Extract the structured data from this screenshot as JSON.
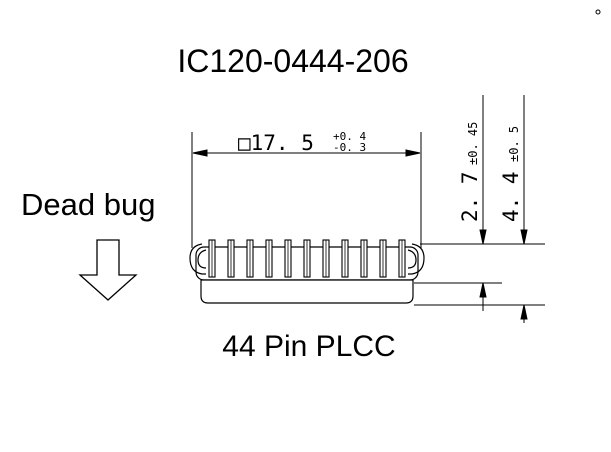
{
  "title": "IC120-0444-206",
  "orientation_label": "Dead bug",
  "package_label": "44 Pin PLCC",
  "dimensions": {
    "width": {
      "value": "□17. 5",
      "tol_plus": "+0. 4",
      "tol_minus": "-0. 3"
    },
    "body_height": {
      "value": "2. 7",
      "tol": "±0. 45"
    },
    "total_height": {
      "value": "4. 4",
      "tol": "±0. 5"
    }
  },
  "pins_visible": 11,
  "icons": {
    "arrow": "down-arrow-icon",
    "corner_mark": "small-circle-icon"
  }
}
